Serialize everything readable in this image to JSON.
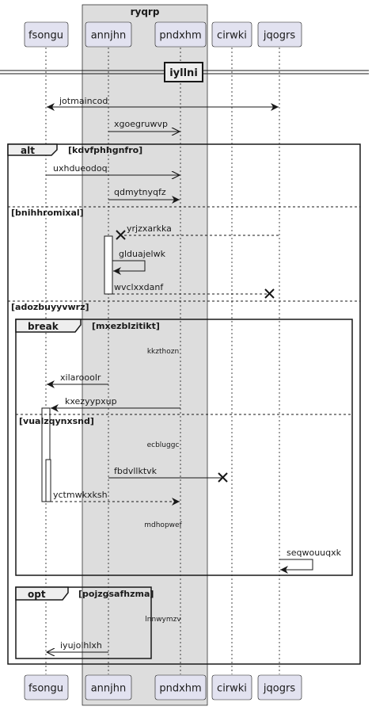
{
  "box": {
    "label": "ryqrp",
    "fill": "#dddddd"
  },
  "participants": [
    "fsongu",
    "annjhn",
    "pndxhm",
    "cirwki",
    "jqogrs"
  ],
  "divider": {
    "label": "iyllni"
  },
  "messages": [
    {
      "label": "jotmaincod"
    },
    {
      "label": "xgoegruwvp"
    },
    {
      "label": "uxhdueodoq"
    },
    {
      "label": "qdmytnyqfz"
    },
    {
      "label": "yrjzxarkka"
    },
    {
      "label": "glduajelwk"
    },
    {
      "label": "wvclxxdanf"
    },
    {
      "label": "xilarooolr"
    },
    {
      "label": "kxezyypxup"
    },
    {
      "label": "fbdvllktvk"
    },
    {
      "label": "yctmwkxksh"
    },
    {
      "label": "seqwouuqxk"
    },
    {
      "label": "iyujolhlxh"
    }
  ],
  "notes": [
    "kkzthozn",
    "ecbluggc",
    "mdhopwef",
    "lnnwymzv"
  ],
  "fragments": {
    "alt": {
      "kind": "alt",
      "guard": "[kdvfphhgnfro]",
      "else1": "[bnihhromixal]",
      "else2": "[adozbuyyvwrz]"
    },
    "brk": {
      "kind": "break",
      "guard": "[mxezblzitikt]",
      "else1": "[vualzqynxsnd]"
    },
    "opt": {
      "kind": "opt",
      "guard": "[pojzgsafhzma]"
    }
  },
  "colors": {
    "participant_fill": "#e2e2f0",
    "participant_stroke": "#181818",
    "line": "#181818"
  }
}
